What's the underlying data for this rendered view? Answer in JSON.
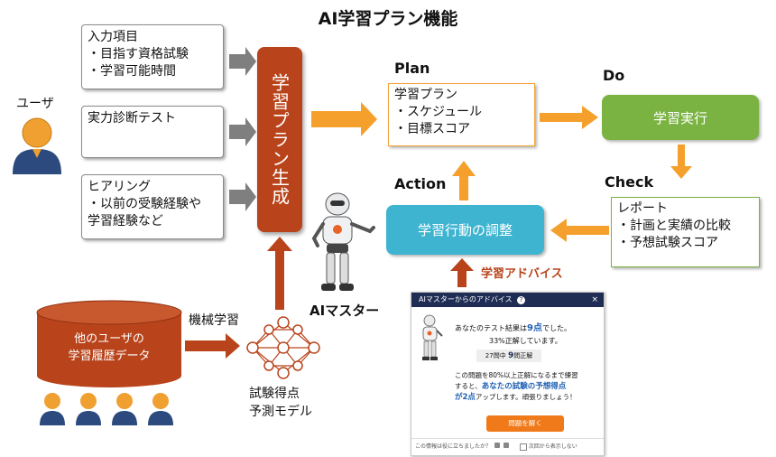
{
  "title": "AI学習プラン機能",
  "user_label": "ユーザ",
  "inputs": {
    "box1_lines": [
      "入力項目",
      "・目指す資格試験",
      "・学習可能時間"
    ],
    "box2_lines": [
      "実力診断テスト"
    ],
    "box3_lines": [
      "ヒアリング",
      "・以前の受験経験や",
      "学習経験など"
    ]
  },
  "generate_label": "学習プラン生成",
  "plan": {
    "heading": "Plan",
    "lines": [
      "学習プラン",
      "・スケジュール",
      "・目標スコア"
    ]
  },
  "do": {
    "heading": "Do",
    "label": "学習実行"
  },
  "check": {
    "heading": "Check",
    "lines": [
      "レポート",
      "・計画と実績の比較",
      "・予想試験スコア"
    ]
  },
  "action": {
    "heading": "Action",
    "label": "学習行動の調整"
  },
  "advice_label": "学習アドバイス",
  "ai_master_label": "AIマスター",
  "ml_label": "機械学習",
  "db_lines": [
    "他のユーザの",
    "学習履歴データ"
  ],
  "model_lines": [
    "試験得点",
    "予測モデル"
  ],
  "panel": {
    "header": "AIマスターからのアドバイス",
    "help_icon": "?",
    "close_icon": "×",
    "line1_pre": "あなたのテスト結果は",
    "line1_score": "9点",
    "line1_post": "でした。",
    "line2": "33%正解しています。",
    "line3_pre": "27問中",
    "line3_num": "9",
    "line3_post": "問正解",
    "line4": "この問題を80%以上正解になるまで練習",
    "line5_pre": "すると、",
    "line5_bold": "あなたの試験の予想得点",
    "line6_bold": "が2点",
    "line6_post": "アップします。頑張りましょう！",
    "button_label": "問題を解く",
    "footer_question": "この情報は役に立ちましたか？",
    "footer_checkbox": "次回から表示しない"
  },
  "colors": {
    "generate": "#b9441b",
    "orange_arrow": "#f5a02c",
    "do_green": "#7ab342",
    "action_blue": "#3eb4d1",
    "gray_arrow": "#7f7f7f",
    "user_orange": "#f0a030",
    "user_navy": "#2c4a7e"
  }
}
